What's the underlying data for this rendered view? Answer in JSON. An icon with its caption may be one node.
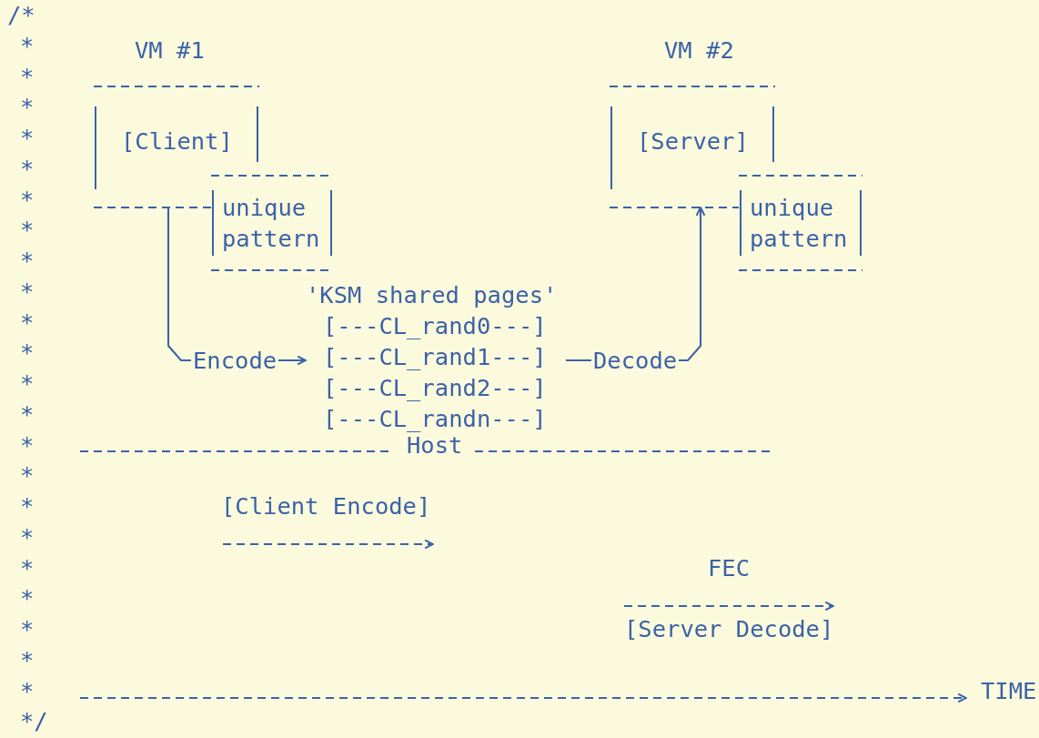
{
  "diagram": {
    "nodes": [
      {
        "text": [
          "VM #1",
          "[Client]"
        ]
      },
      {
        "text": [
          "unique pattern"
        ]
      },
      {
        "text": [
          "VM #2",
          "[Server]"
        ]
      },
      {
        "text": [
          "unique pattern"
        ]
      },
      {
        "text": [
          "'KSM shared pages'"
        ]
      },
      {
        "text": [
          "[---CL_rand0---]"
        ],
        "in": 4
      },
      {
        "text": [
          "[---CL_rand1---]"
        ],
        "in": 4
      },
      {
        "text": [
          "[---CL_rand2---]"
        ],
        "in": 4
      },
      {
        "text": [
          "[---CL_randn---]"
        ],
        "in": 4
      }
    ],
    "edges": [
      {
        "from": 0,
        "to": 4,
        "arrow": "to",
        "label": "Encode"
      },
      {
        "from": 4,
        "to": 2,
        "arrow": "to",
        "label": "Decode"
      }
    ],
    "labels": [
      "/*",
      "*",
      "*",
      "*",
      "*",
      "*",
      "*",
      "*",
      "*",
      "*",
      "*",
      "*",
      "*",
      "*",
      "*",
      "Host",
      "*",
      "*",
      "[Client Encode]",
      "*",
      "*",
      "FEC",
      "*",
      "*",
      "[Server Decode]",
      "*",
      "*",
      "TIME",
      "*/"
    ]
  }
}
